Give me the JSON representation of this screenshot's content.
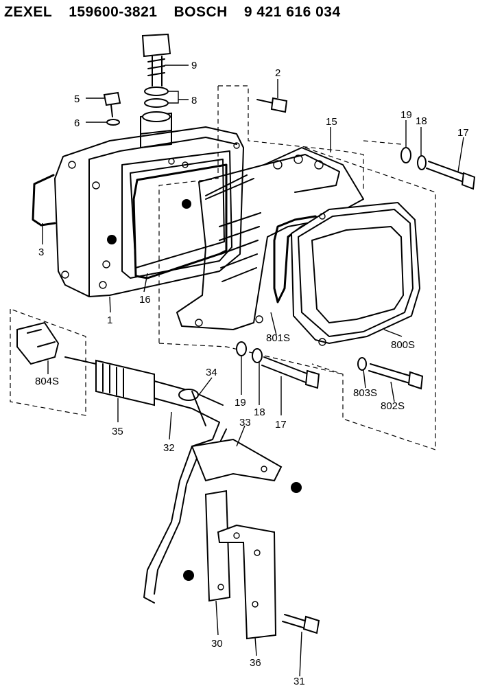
{
  "header": {
    "brand1": "ZEXEL",
    "part1": "159600-3821",
    "brand2": "BOSCH",
    "part2": "9 421 616 034"
  },
  "callouts": [
    {
      "id": "c9",
      "text": "9"
    },
    {
      "id": "c2",
      "text": "2"
    },
    {
      "id": "c5",
      "text": "5"
    },
    {
      "id": "c8",
      "text": "8"
    },
    {
      "id": "c6",
      "text": "6"
    },
    {
      "id": "c19a",
      "text": "19"
    },
    {
      "id": "c18a",
      "text": "18"
    },
    {
      "id": "c15",
      "text": "15"
    },
    {
      "id": "c17a",
      "text": "17"
    },
    {
      "id": "c3",
      "text": "3"
    },
    {
      "id": "c16",
      "text": "16"
    },
    {
      "id": "c1",
      "text": "1"
    },
    {
      "id": "c801s",
      "text": "801S"
    },
    {
      "id": "c800s",
      "text": "800S"
    },
    {
      "id": "c804s",
      "text": "804S"
    },
    {
      "id": "c34",
      "text": "34"
    },
    {
      "id": "c19b",
      "text": "19"
    },
    {
      "id": "c18b",
      "text": "18"
    },
    {
      "id": "c17b",
      "text": "17"
    },
    {
      "id": "c803s",
      "text": "803S"
    },
    {
      "id": "c802s",
      "text": "802S"
    },
    {
      "id": "c35",
      "text": "35"
    },
    {
      "id": "c32",
      "text": "32"
    },
    {
      "id": "c33",
      "text": "33"
    },
    {
      "id": "c30",
      "text": "30"
    },
    {
      "id": "c36",
      "text": "36"
    },
    {
      "id": "c31",
      "text": "31"
    }
  ]
}
